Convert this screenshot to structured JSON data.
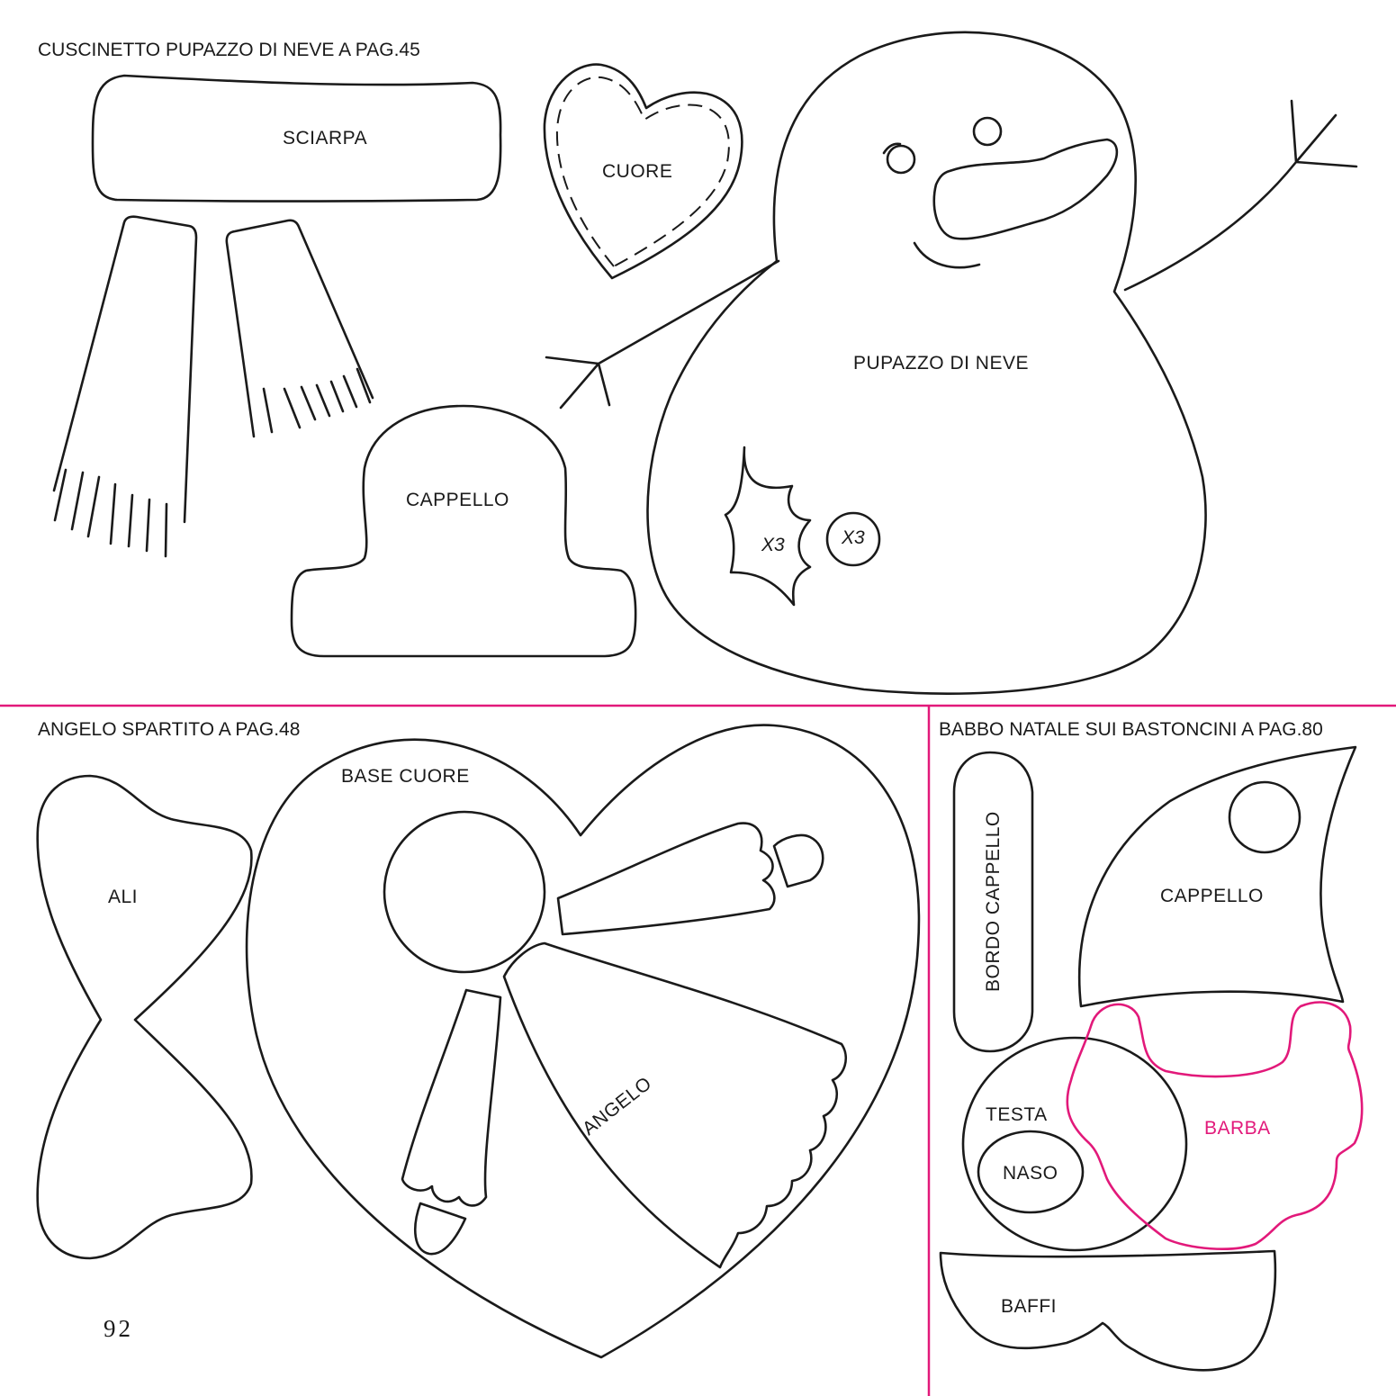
{
  "sections": {
    "snowman": "CUSCINETTO PUPAZZO DI NEVE A PAG.45",
    "angel": "ANGELO SPARTITO A PAG.48",
    "santa": "BABBO NATALE SUI BASTONCINI A PAG.80"
  },
  "labels": {
    "sciarpa": "SCIARPA",
    "cuore": "CUORE",
    "pupazzo": "PUPAZZO DI NEVE",
    "cappello_snow": "CAPPELLO",
    "leaf_qty": "X3",
    "berry_qty": "X3",
    "ali": "ALI",
    "base_cuore": "BASE CUORE",
    "angelo": "ANGELO",
    "bordo_cappello": "BORDO CAPPELLO",
    "cappello_santa": "CAPPELLO",
    "testa": "TESTA",
    "naso": "NASO",
    "barba": "BARBA",
    "baffi": "BAFFI"
  },
  "page_number": "92",
  "colors": {
    "outline": "#1a1a1a",
    "accent": "#e2197a",
    "background": "#ffffff"
  }
}
